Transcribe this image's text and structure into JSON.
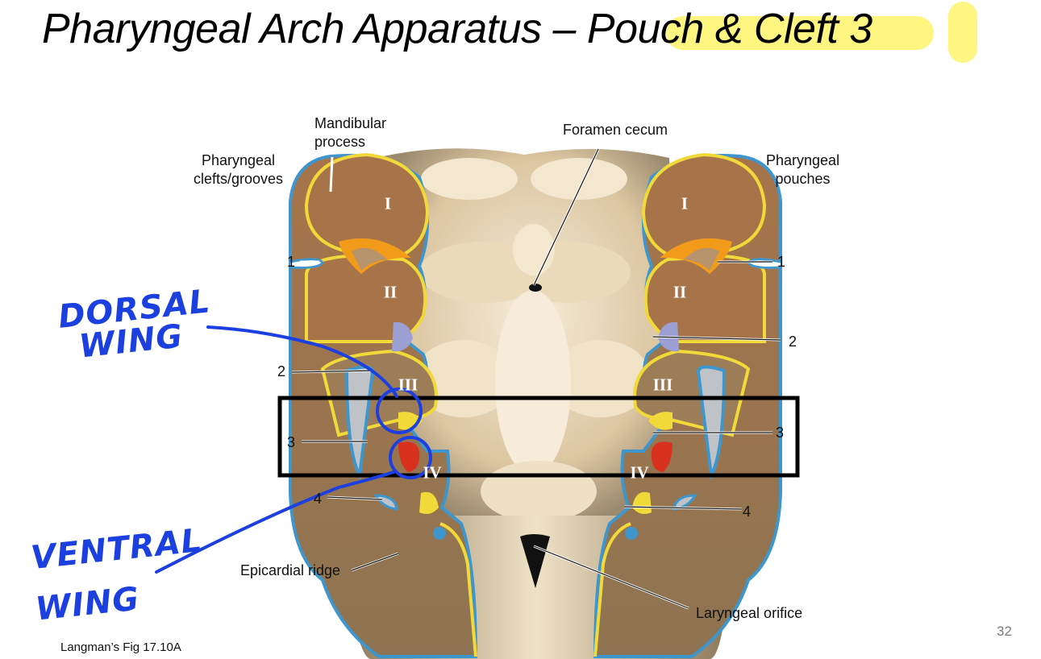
{
  "slide": {
    "title_main": "Pharyngeal Arch Apparatus – ",
    "title_highlight": "Pouch & Cleft  3",
    "caption": "Langman’s Fig 17.10A",
    "page_number": "32",
    "highlight_color": "#fff36b"
  },
  "labels": {
    "mandibular": "Mandibular\nprocess",
    "foramen": "Foramen cecum",
    "clefts": "Pharyngeal\nclefts/grooves",
    "pouches": "Pharyngeal\npouches",
    "epicardial": "Epicardial ridge",
    "laryngeal": "Laryngeal orifice"
  },
  "numbers": {
    "left_1": "1",
    "left_2": "2",
    "left_3": "3",
    "left_4": "4",
    "right_1": "1",
    "right_2": "2",
    "right_3": "3",
    "right_4": "4"
  },
  "arches": {
    "left": [
      "I",
      "II",
      "III",
      "IV"
    ],
    "right": [
      "I",
      "II",
      "III",
      "IV"
    ]
  },
  "annotations": {
    "dorsal_line1": "DORSAL",
    "dorsal_line2": "WING",
    "ventral_line1": "VENTRAL",
    "ventral_line2": "WING",
    "ink_color": "#1c3fe0"
  },
  "colors": {
    "arch_brown": "#a7744a",
    "ectoderm_blue": "#3f96cc",
    "endoderm_yellow": "#f2d93a",
    "pouch_orange": "#f29a1a",
    "pouch_red": "#d8321f",
    "pouch_lilac": "#9c9fd4",
    "floor_beige": "#e5d3b3",
    "box_color": "#000000"
  }
}
